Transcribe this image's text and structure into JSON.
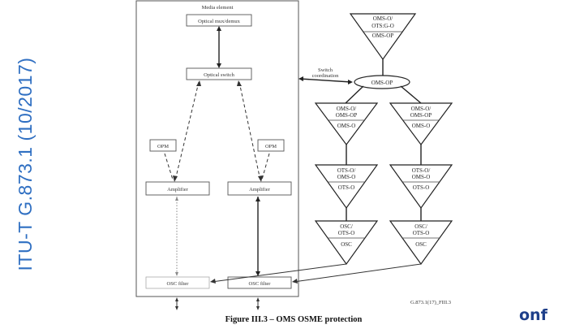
{
  "slide": {
    "side_title": "ITU-T G.873.1 (10/2017)",
    "caption": "Figure III.3 – OMS OSME protection",
    "fig_id": "G.873.1(17)_FIII.3",
    "logo": "onf"
  },
  "diagram": {
    "media_element": "Media element",
    "mux": "Optical mux/demux",
    "switch": "Optical switch",
    "opm_left": "OPM",
    "opm_right": "OPM",
    "amp_left": "Amplifier",
    "amp_right": "Amplifier",
    "osc_left": "OSC filter",
    "osc_right": "OSC filter",
    "switch_coord_line1": "Switch",
    "switch_coord_line2": "coordination",
    "top_tri": [
      "OMS-O/",
      "OTS:G-O",
      "OMS-OP"
    ],
    "oms_op": "OMS-OP",
    "left_col": [
      [
        "OMS-O/",
        "OMS-OP",
        "OMS-O"
      ],
      [
        "OTS-O/",
        "OMS-O",
        "OTS-O"
      ],
      [
        "OSC/",
        "OTS-O",
        "OSC"
      ]
    ],
    "right_col": [
      [
        "OMS-O/",
        "OMS-OP",
        "OMS-O"
      ],
      [
        "OTS-O/",
        "OMS-O",
        "OTS-O"
      ],
      [
        "OSC/",
        "OTS-O",
        "OSC"
      ]
    ]
  }
}
